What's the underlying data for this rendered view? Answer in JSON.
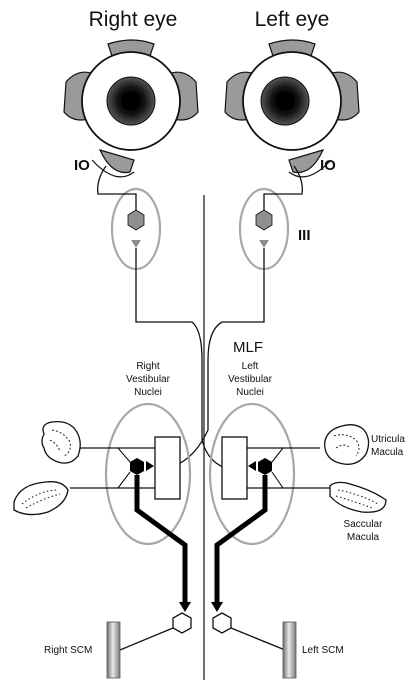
{
  "labels": {
    "right_eye": "Right eye",
    "left_eye": "Left eye",
    "io_right": "IO",
    "io_left": "IO",
    "nerve_iii": "III",
    "mlf": "MLF",
    "right_vestibular": [
      "Right",
      "Vestibular",
      "Nuclei"
    ],
    "left_vestibular": [
      "Left",
      "Vestibular",
      "Nuclei"
    ],
    "utricula": [
      "Utricula",
      "Macula"
    ],
    "saccular": [
      "Saccular",
      "Macula"
    ],
    "right_scm": "Right SCM",
    "left_scm": "Left SCM"
  },
  "colors": {
    "line": "#111111",
    "oval": "#a8a8a8",
    "nucleus": "#8f8f8f",
    "muscle": "#9a9a9a"
  }
}
